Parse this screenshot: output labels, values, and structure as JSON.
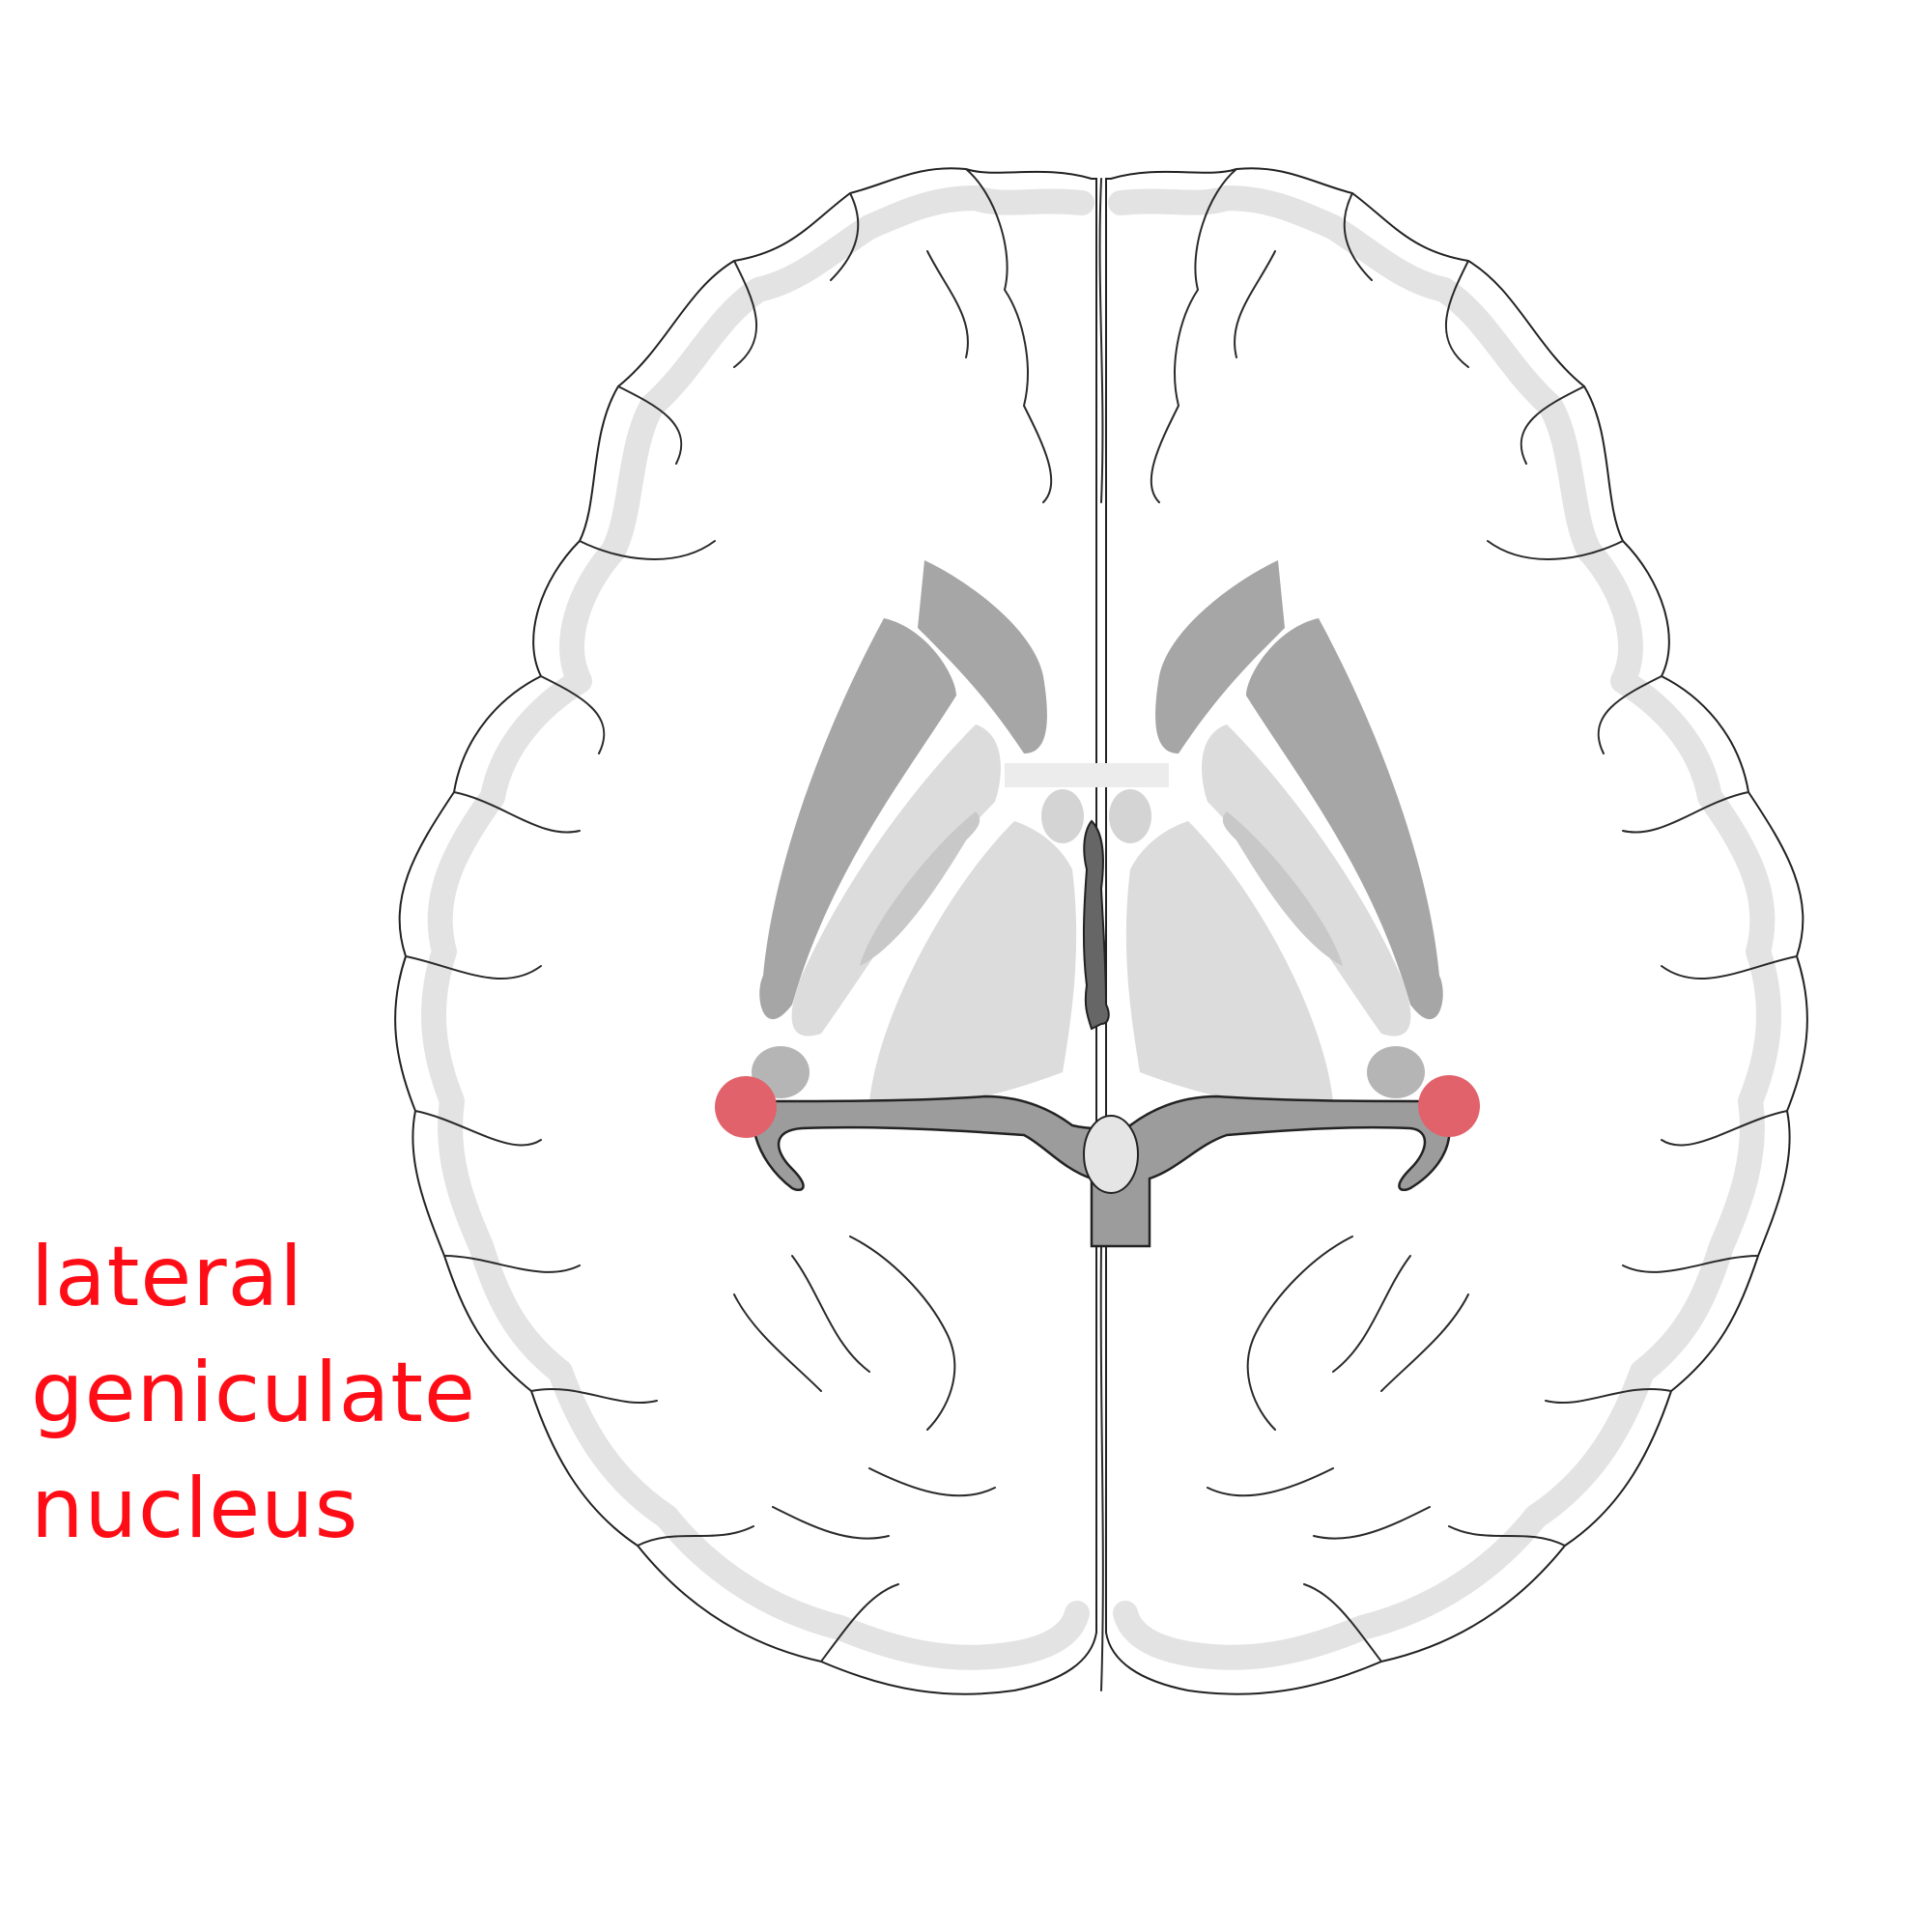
{
  "figure": {
    "type": "axial brain section diagram",
    "highlighted_structure": "lateral geniculate nucleus",
    "highlight_color": "#e2626b"
  },
  "label": {
    "lines": [
      "lateral",
      "geniculate",
      "nucleus"
    ],
    "color": "#ff0d17"
  }
}
